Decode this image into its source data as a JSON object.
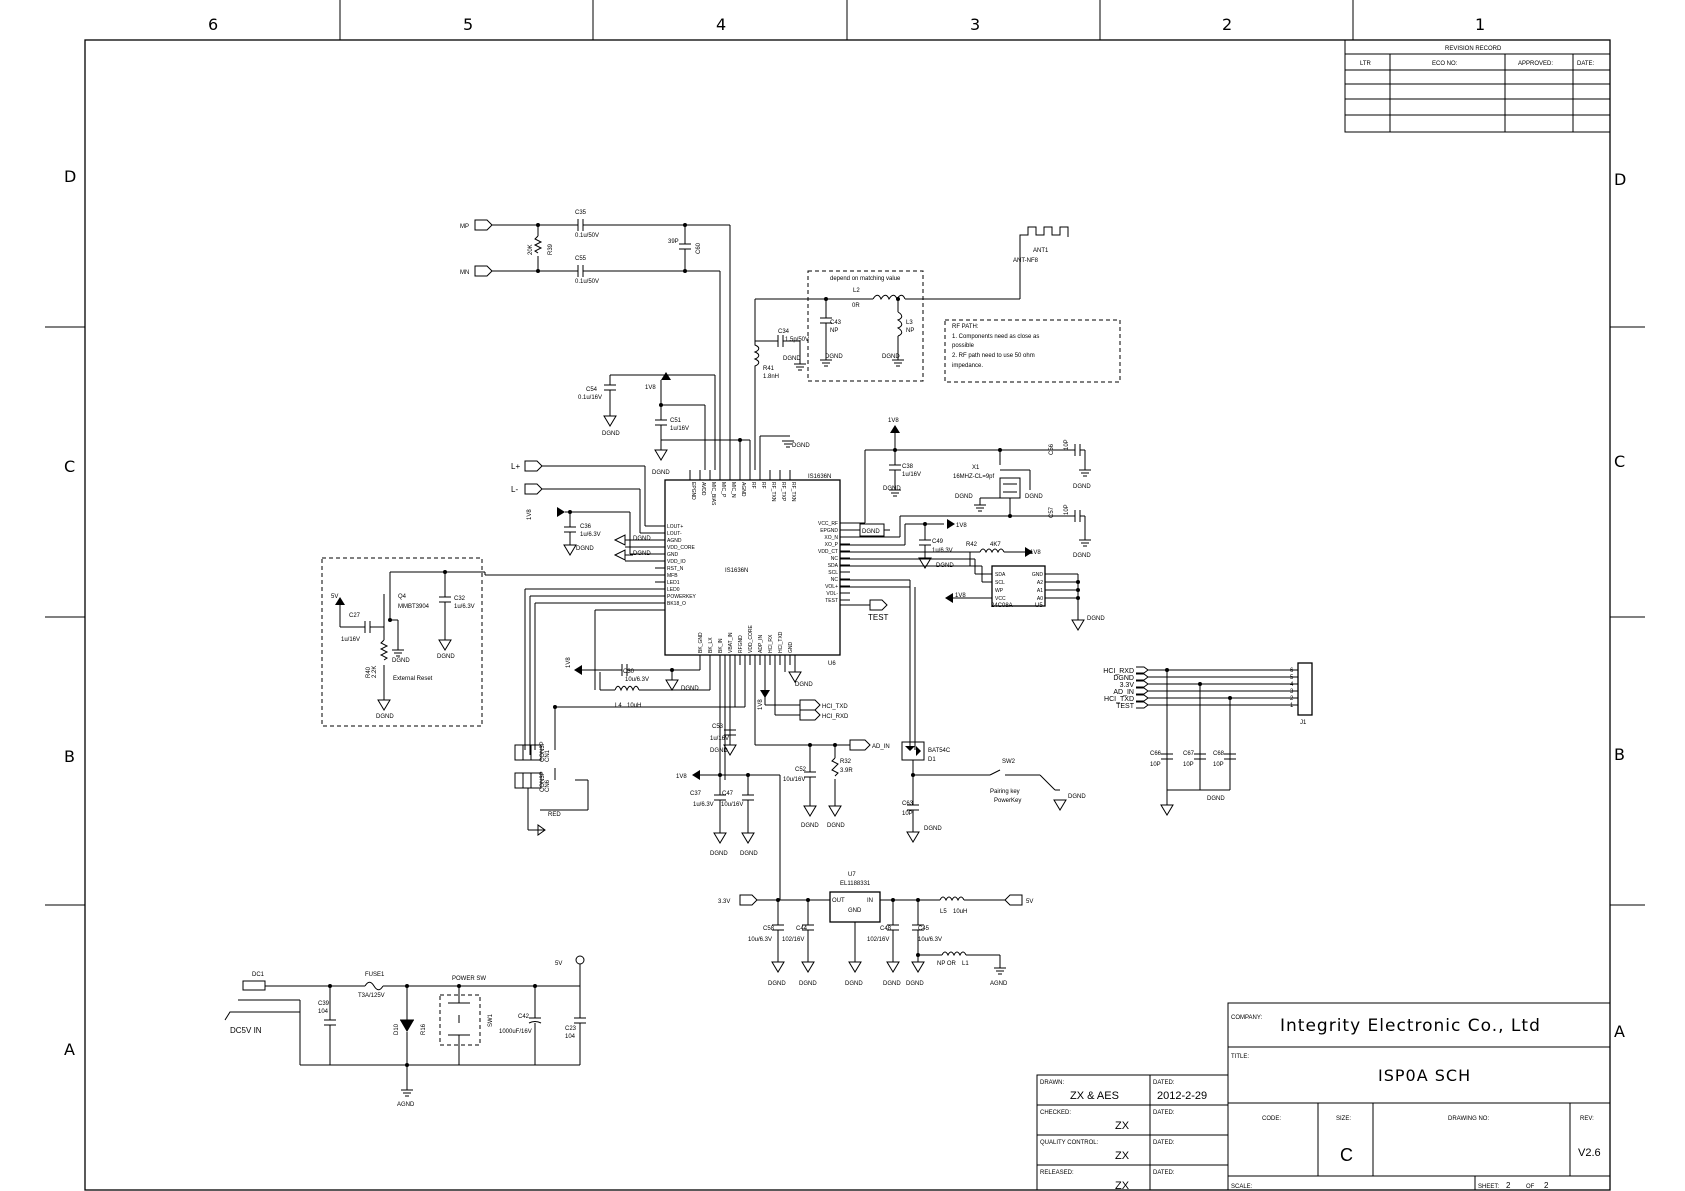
{
  "border": {
    "columns": [
      "6",
      "5",
      "4",
      "3",
      "2",
      "1"
    ],
    "rows": [
      "D",
      "C",
      "B",
      "A"
    ]
  },
  "revision": {
    "title": "REVISION RECORD",
    "headers": [
      "LTR",
      "ECO NO:",
      "APPROVED:",
      "DATE:"
    ]
  },
  "title_block": {
    "company_label": "COMPANY:",
    "company": "Integrity Electronic Co., Ltd",
    "title_label": "TITLE:",
    "title": "ISP0A SCH",
    "drawn_label": "DRAWN:",
    "drawn": "ZX & AES",
    "dated_label": "DATED:",
    "drawn_date": "2012-2-29",
    "checked_label": "CHECKED:",
    "checked": "ZX",
    "qc_label": "QUALITY CONTROL:",
    "qc": "ZX",
    "released_label": "RELEASED:",
    "released": "ZX",
    "code_label": "CODE:",
    "size_label": "SIZE:",
    "size": "C",
    "drawing_no_label": "DRAWING NO:",
    "rev_label": "REV:",
    "rev": "V2.6",
    "scale_label": "SCALE:",
    "sheet_label": "SHEET:",
    "sheet": "2",
    "of_label": "OF",
    "of": "2"
  },
  "labels": {
    "mp": "MP",
    "mn": "MN",
    "c35": "C35",
    "c35v": "0.1u/50V",
    "c55": "C55",
    "c55v": "0.1u/50V",
    "r39": "R39",
    "r39v": "20K",
    "c60": "C60",
    "c60v": "39P",
    "ant": "ANT1",
    "antv": "ANT-NF8",
    "match": "depend on matching value",
    "l2": "L2",
    "l2v": "0R",
    "c43": "C43",
    "c43v": "NP",
    "l3": "L3",
    "l3v": "NP",
    "c34": "C34",
    "c34v": "1.5p/50V",
    "r41": "R41",
    "r41v": "1.8nH",
    "rf1": "RF PATH:",
    "rf2": "1. Components need as close as",
    "rf3": "possible",
    "rf4": "2. RF path need to use 50 ohm",
    "rf5": "impedance.",
    "c54": "C54",
    "c54v": "0.1u/16V",
    "c51": "C51",
    "c51v": "1u/16V",
    "v1v8": "1V8",
    "dgnd": "DGND",
    "agnd": "AGND",
    "lp": "L+",
    "lm": "L-",
    "c36": "C36",
    "c36v": "1u/6.3V",
    "u6": "IS1636N",
    "u6ref": "U6",
    "c38": "C38",
    "c38v": "1u/16V",
    "x1": "X1",
    "x1v": "16MHZ-CL=9pf",
    "c56": "C56",
    "c56v": "10P",
    "c57": "C57",
    "c57v": "10P",
    "c49": "C49",
    "c49v": "1u/6.3V",
    "r42": "R42",
    "r42v": "4K7",
    "u5": "U5",
    "u5v": "24C08A",
    "q4": "Q4",
    "q4v": "MMBT3904",
    "c27": "C27",
    "c27v": "1u/16V",
    "c32": "C32",
    "c32v": "1u/6.3V",
    "r40": "R40",
    "r40v": "2.2K",
    "ext_reset": "External Reset",
    "v5": "5V",
    "c30": "C30",
    "c30v": "10u/6.3V",
    "l4": "L4",
    "l4v": "10uH",
    "hci_txd": "HCI_TXD",
    "hci_rxd": "HCI_RXD",
    "c53": "C53",
    "c53v": "1u/16V",
    "c37": "C37",
    "c37v": "1u/6.3V",
    "c47": "C47",
    "c47v": "10u/16V",
    "c52": "C52",
    "c52v": "10u/16V",
    "r32": "R32",
    "r32v": "3.9R",
    "ad_in": "AD_IN",
    "d1": "D1",
    "d1v": "BAT54C",
    "sw2": "SW2",
    "sw2a": "Pairing key",
    "sw2b": "PowerKey",
    "c63": "C63",
    "c63v": "10P",
    "test": "TEST",
    "cn1": "CN1",
    "cn1v": "CON3P",
    "cn6": "CN6",
    "cn6v": "CON3P",
    "red": "RED",
    "j1": "J1",
    "j1pins": [
      "HCI_RXD",
      "DGND",
      "3.3V",
      "AD_IN",
      "HCI_TXD",
      "TEST"
    ],
    "c66": "C66",
    "c66v": "10P",
    "c67": "C67",
    "c67v": "10P",
    "c68": "C68",
    "c68v": "10P",
    "u7": "U7",
    "u7v": "EL1188331",
    "v33": "3.3V",
    "c58": "C58",
    "c58v": "10u/6.3V",
    "c44": "C44",
    "c44v": "102/16V",
    "c48": "C48",
    "c48v": "102/16V",
    "c45": "C45",
    "c45v": "10u/6.3V",
    "l5": "L5",
    "l5v": "10uH",
    "l1": "L1",
    "l1v": "NP OR",
    "dc1": "DC1",
    "dc5v": "DC5V IN",
    "fuse": "FUSE1",
    "fusev": "T3A/125V",
    "c39": "C39",
    "c39v": "104",
    "d10": "D10",
    "r16": "R16",
    "powersw": "POWER SW",
    "sw1": "SW1",
    "c42": "C42",
    "c42v": "1000uF/16V",
    "c23": "C23",
    "c23v": "104"
  },
  "u6_left_pins": [
    "LOUT+",
    "LOUT-",
    "AGND",
    "VDD_CORE",
    "GND",
    "VDD_IO",
    "RST_N",
    "MFB",
    "LED1",
    "LED0",
    "POWERKEY",
    "BK18_O"
  ],
  "u6_right_pins": [
    "VCC_RF",
    "EPGND",
    "XO_N",
    "XO_P",
    "VDD_CT",
    "NC",
    "SDA",
    "SCL",
    "NC",
    "VOL+",
    "VOL-",
    "TEST"
  ],
  "u6_top_pins": [
    "EPGND",
    "AVDD",
    "MIC_BIAS",
    "MIC_P",
    "MIC_N",
    "AGND",
    "RF",
    "RF",
    "RF_TXN",
    "RF_TXP",
    "RF_TXN"
  ],
  "u6_bottom_pins": [
    "BK_GND",
    "BK_LX",
    "BK_IN",
    "VBAT_IN",
    "RFGND",
    "VDD_CORE",
    "ADP_IN",
    "HCI_RX",
    "HCI_TXD",
    "GND"
  ],
  "u5_pins_left": [
    "SDA",
    "SCL",
    "WP",
    "VCC"
  ],
  "u5_pins_right": [
    "GND",
    "A2",
    "A1",
    "A0"
  ]
}
